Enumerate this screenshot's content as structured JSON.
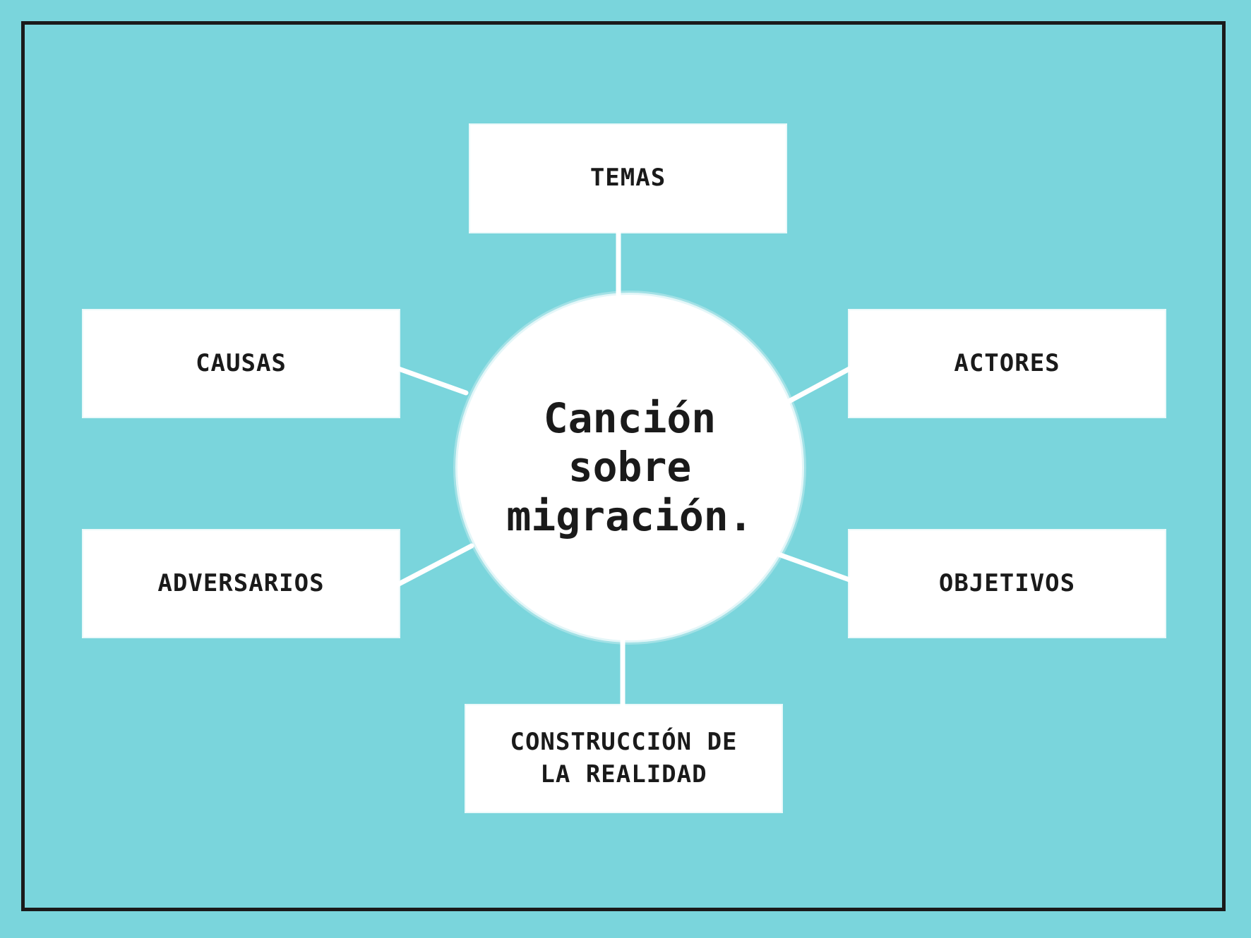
{
  "diagram": {
    "center_label": "Canción\nsobre\nmigración.",
    "nodes": {
      "temas": "TEMAS",
      "causas": "CAUSAS",
      "actores": "ACTORES",
      "adversarios": "ADVERSARIOS",
      "objetivos": "OBJETIVOS",
      "construccion": "CONSTRUCCIÓN DE\nLA REALIDAD"
    }
  },
  "colors": {
    "background": "#7ad5dc",
    "box": "#ffffff",
    "text": "#1a1a1a",
    "frame_border": "#1a1a1a"
  }
}
